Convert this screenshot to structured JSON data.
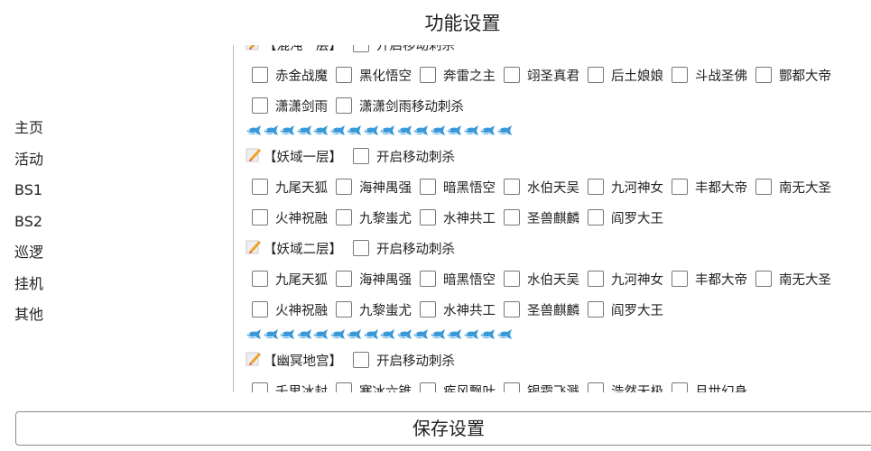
{
  "title": "功能设置",
  "nav": [
    "主页",
    "活动",
    "BS1",
    "BS2",
    "巡逻",
    "挂机",
    "其他"
  ],
  "sections": [
    {
      "type": "header",
      "label": "【混沌一层】",
      "toggle": "开启移动刺杀"
    },
    {
      "type": "row",
      "items": [
        "赤金战魔",
        "黑化悟空",
        "奔雷之主",
        "翊圣真君",
        "后土娘娘",
        "斗战圣佛",
        "酆都大帝"
      ]
    },
    {
      "type": "row",
      "items": [
        "潇潇剑雨",
        "潇潇剑雨移动刺杀"
      ]
    },
    {
      "type": "fish"
    },
    {
      "type": "header",
      "label": "【妖域一层】",
      "toggle": "开启移动刺杀"
    },
    {
      "type": "row",
      "items": [
        "九尾天狐",
        "海神禺强",
        "暗黑悟空",
        "水伯天吴",
        "九河神女",
        "丰都大帝",
        "南无大圣"
      ]
    },
    {
      "type": "row",
      "items": [
        "火神祝融",
        "九黎蚩尤",
        "水神共工",
        "圣兽麒麟",
        "阎罗大王"
      ]
    },
    {
      "type": "header",
      "label": "【妖域二层】",
      "toggle": "开启移动刺杀"
    },
    {
      "type": "row",
      "items": [
        "九尾天狐",
        "海神禺强",
        "暗黑悟空",
        "水伯天吴",
        "九河神女",
        "丰都大帝",
        "南无大圣"
      ]
    },
    {
      "type": "row",
      "items": [
        "火神祝融",
        "九黎蚩尤",
        "水神共工",
        "圣兽麒麟",
        "阎罗大王"
      ]
    },
    {
      "type": "fish"
    },
    {
      "type": "header",
      "label": "【幽冥地宫】",
      "toggle": "开启移动刺杀"
    },
    {
      "type": "row",
      "items": [
        "千里冰封",
        "寒冰六锥",
        "疾风飘叶",
        "银霜飞溅",
        "浩然无极",
        "月世幻身"
      ]
    }
  ],
  "fish_count": 16,
  "fish_color": "#3a9ad9",
  "save_label": "保存设置"
}
